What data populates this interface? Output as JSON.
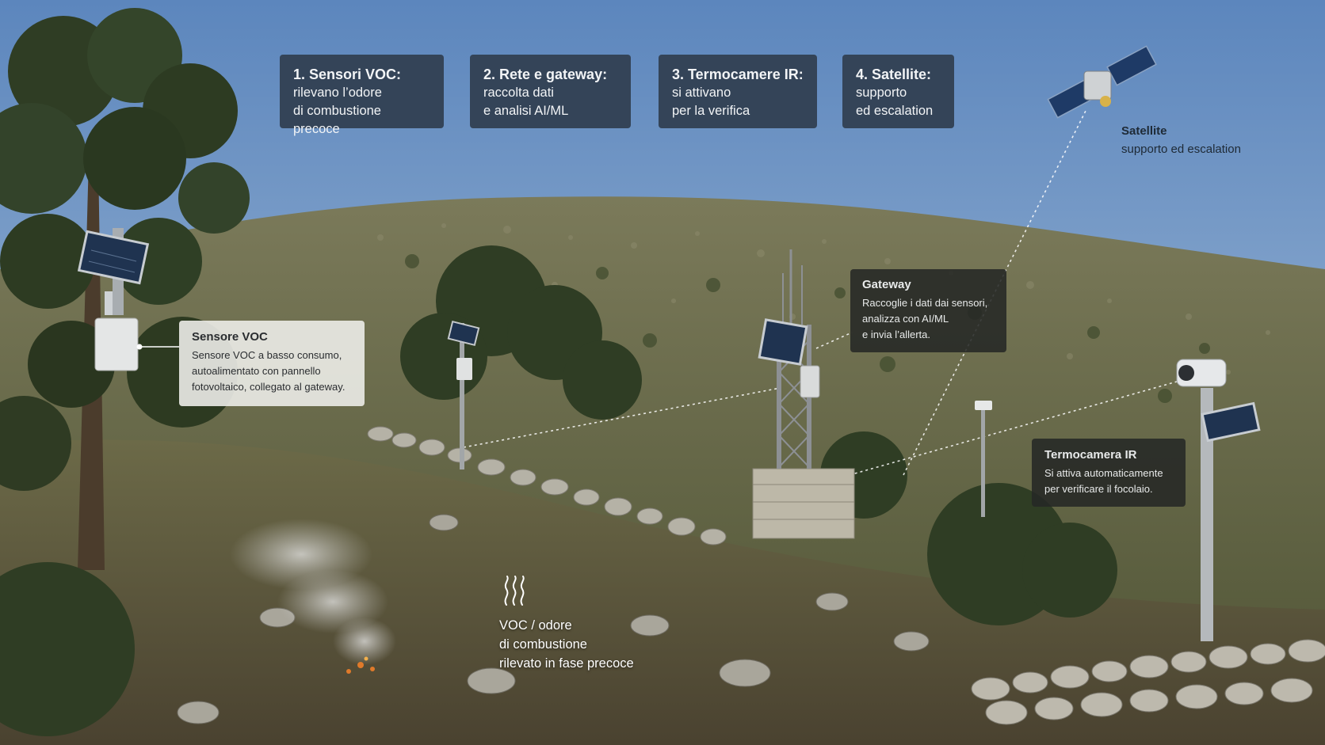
{
  "steps": [
    {
      "title": "1. Sensori VOC:",
      "lines": [
        "rilevano l’odore",
        "di combustione precoce"
      ]
    },
    {
      "title": "2. Rete e gateway:",
      "lines": [
        "raccolta dati",
        "e analisi AI/ML"
      ]
    },
    {
      "title": "3. Termocamere IR:",
      "lines": [
        "si attivano",
        "per la verifica"
      ]
    },
    {
      "title": "4. Satellite:",
      "lines": [
        "supporto",
        "ed escalation"
      ]
    }
  ],
  "satellite": {
    "title": "Satellite",
    "subtitle": "supporto ed escalation"
  },
  "gateway": {
    "title": "Gateway",
    "lines": [
      "Raccoglie i dati dai sensori,",
      "analizza con AI/ML",
      "e invia l’allerta."
    ]
  },
  "sensor": {
    "title": "Sensore VOC",
    "lines": [
      "Sensore VOC a basso consumo,",
      "autoalimentato con pannello",
      "fotovoltaico, collegato al gateway."
    ]
  },
  "camera": {
    "title": "Termocamera IR",
    "lines": [
      "Si attiva automaticamente",
      "per verificare il focolaio."
    ]
  },
  "voc_emission": {
    "lines": [
      "VOC / odore",
      "di combustione",
      "rilevato in fase precoce"
    ],
    "icon": "heat-waves-icon"
  },
  "colors": {
    "sky": "#6d93c4",
    "hill": "#6b6b48",
    "box_dark": "#303e50",
    "callout_light": "#ecece8"
  }
}
